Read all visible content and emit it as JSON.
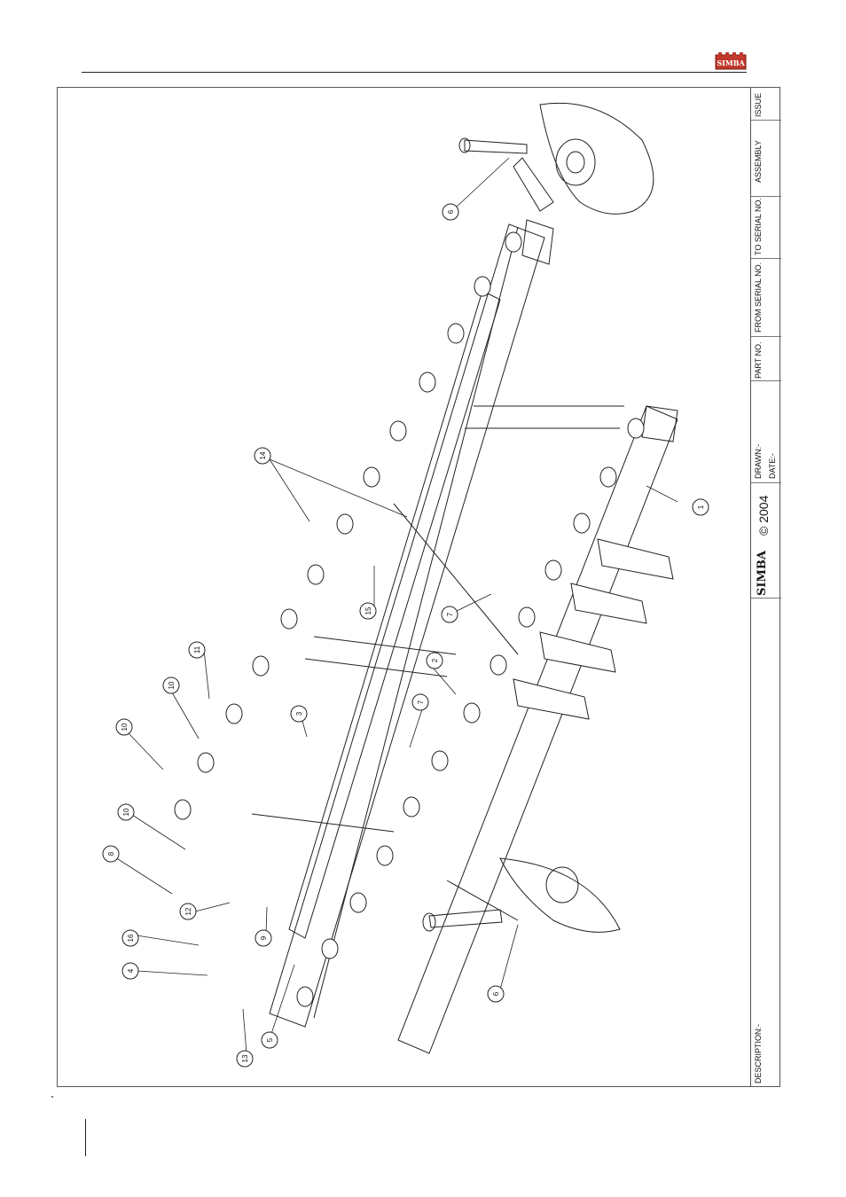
{
  "brand": {
    "name": "SIMBA",
    "accent": "#c0392b"
  },
  "title_block": {
    "issue": "ISSUE",
    "assembly": "ASSEMBLY",
    "to_serial": "TO SERIAL NO.",
    "from_serial": "FROM SERIAL NO.",
    "part_no": "PART NO.",
    "drawn": "DRAWN:-",
    "date": "DATE:-",
    "copyright_year": "© 2004",
    "logo_text": "SIMBA",
    "description": "DESCRIPTION:-"
  },
  "callouts": [
    "1",
    "2",
    "3",
    "4",
    "5",
    "6",
    "6",
    "7",
    "7",
    "8",
    "9",
    "10",
    "10",
    "10",
    "11",
    "12",
    "13",
    "14",
    "15",
    "16"
  ]
}
